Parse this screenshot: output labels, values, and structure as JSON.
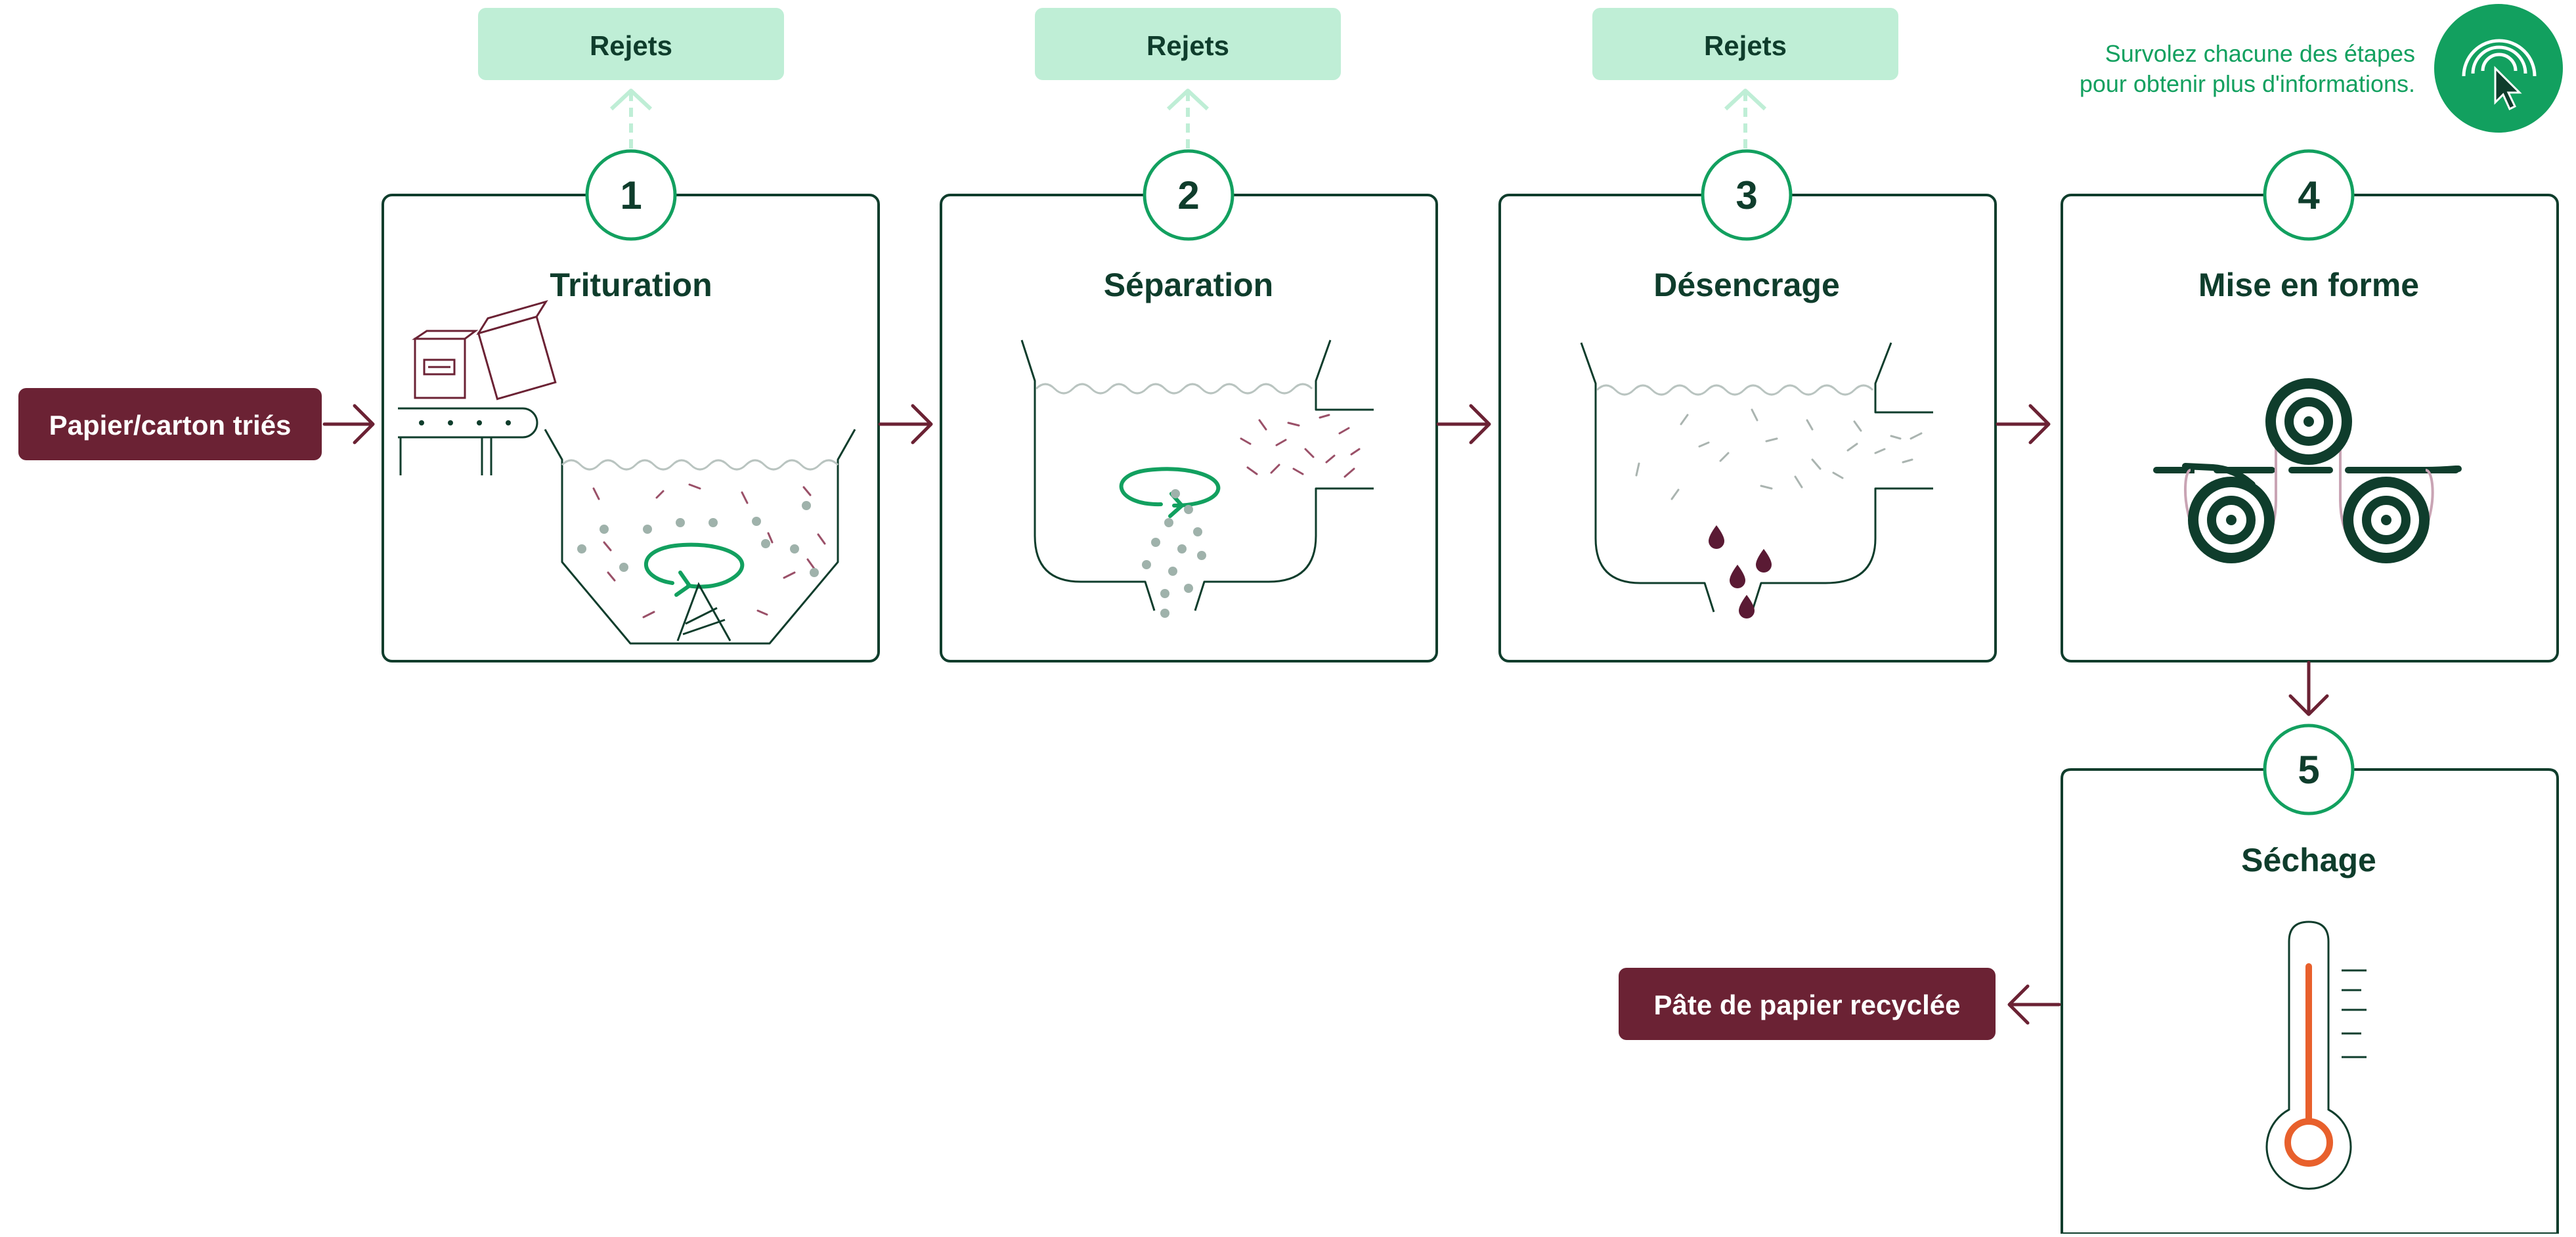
{
  "hint": {
    "line1": "Survolez chacune des étapes",
    "line2": "pour obtenir plus d'informations.",
    "icon": "touch-pointer-icon",
    "color": "#12a05f"
  },
  "input_label": "Papier/carton triés",
  "output_label": "Pâte de papier recyclée",
  "rejets_label": "Rejets",
  "steps": [
    {
      "number": "1",
      "title": "Trituration",
      "icon": "pulper-tank-illustration",
      "has_rejets": true
    },
    {
      "number": "2",
      "title": "Séparation",
      "icon": "separator-tank-illustration",
      "has_rejets": true
    },
    {
      "number": "3",
      "title": "Désencrage",
      "icon": "deinking-tank-illustration",
      "has_rejets": true
    },
    {
      "number": "4",
      "title": "Mise en forme",
      "icon": "rollers-illustration",
      "has_rejets": false
    },
    {
      "number": "5",
      "title": "Séchage",
      "icon": "thermometer-illustration",
      "has_rejets": false
    }
  ],
  "colors": {
    "dark_green": "#0f3d2c",
    "accent_green": "#12a05f",
    "mint": "#bfeed6",
    "burgundy": "#6b2234",
    "orange": "#e8602c"
  }
}
